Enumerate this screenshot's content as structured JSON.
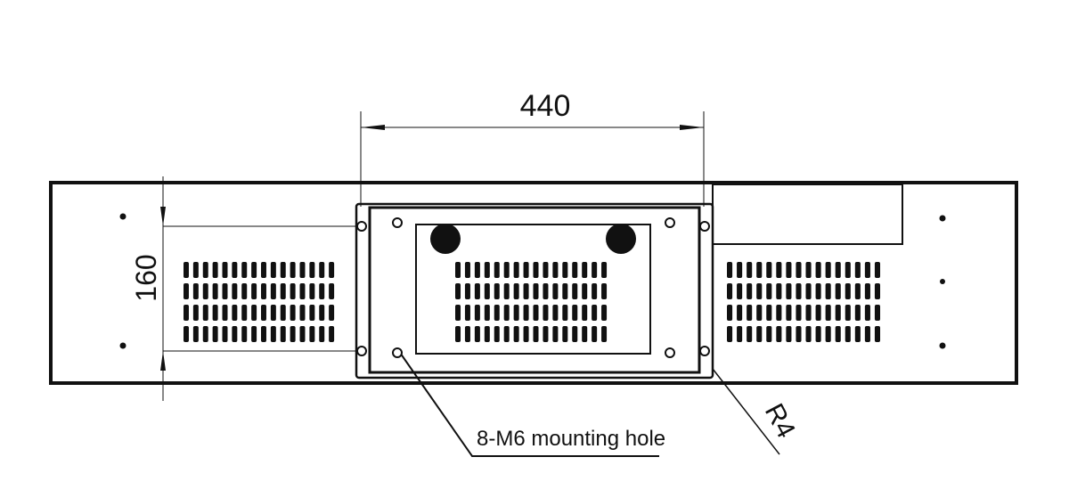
{
  "drawing": {
    "dimension_width": "440",
    "dimension_height": "160",
    "callout_holes": "8-M6 mounting hole",
    "callout_radius": "R4"
  },
  "vent_grid": {
    "rows": 4,
    "columns": 16
  },
  "colors": {
    "line": "#111111",
    "background": "#ffffff"
  }
}
